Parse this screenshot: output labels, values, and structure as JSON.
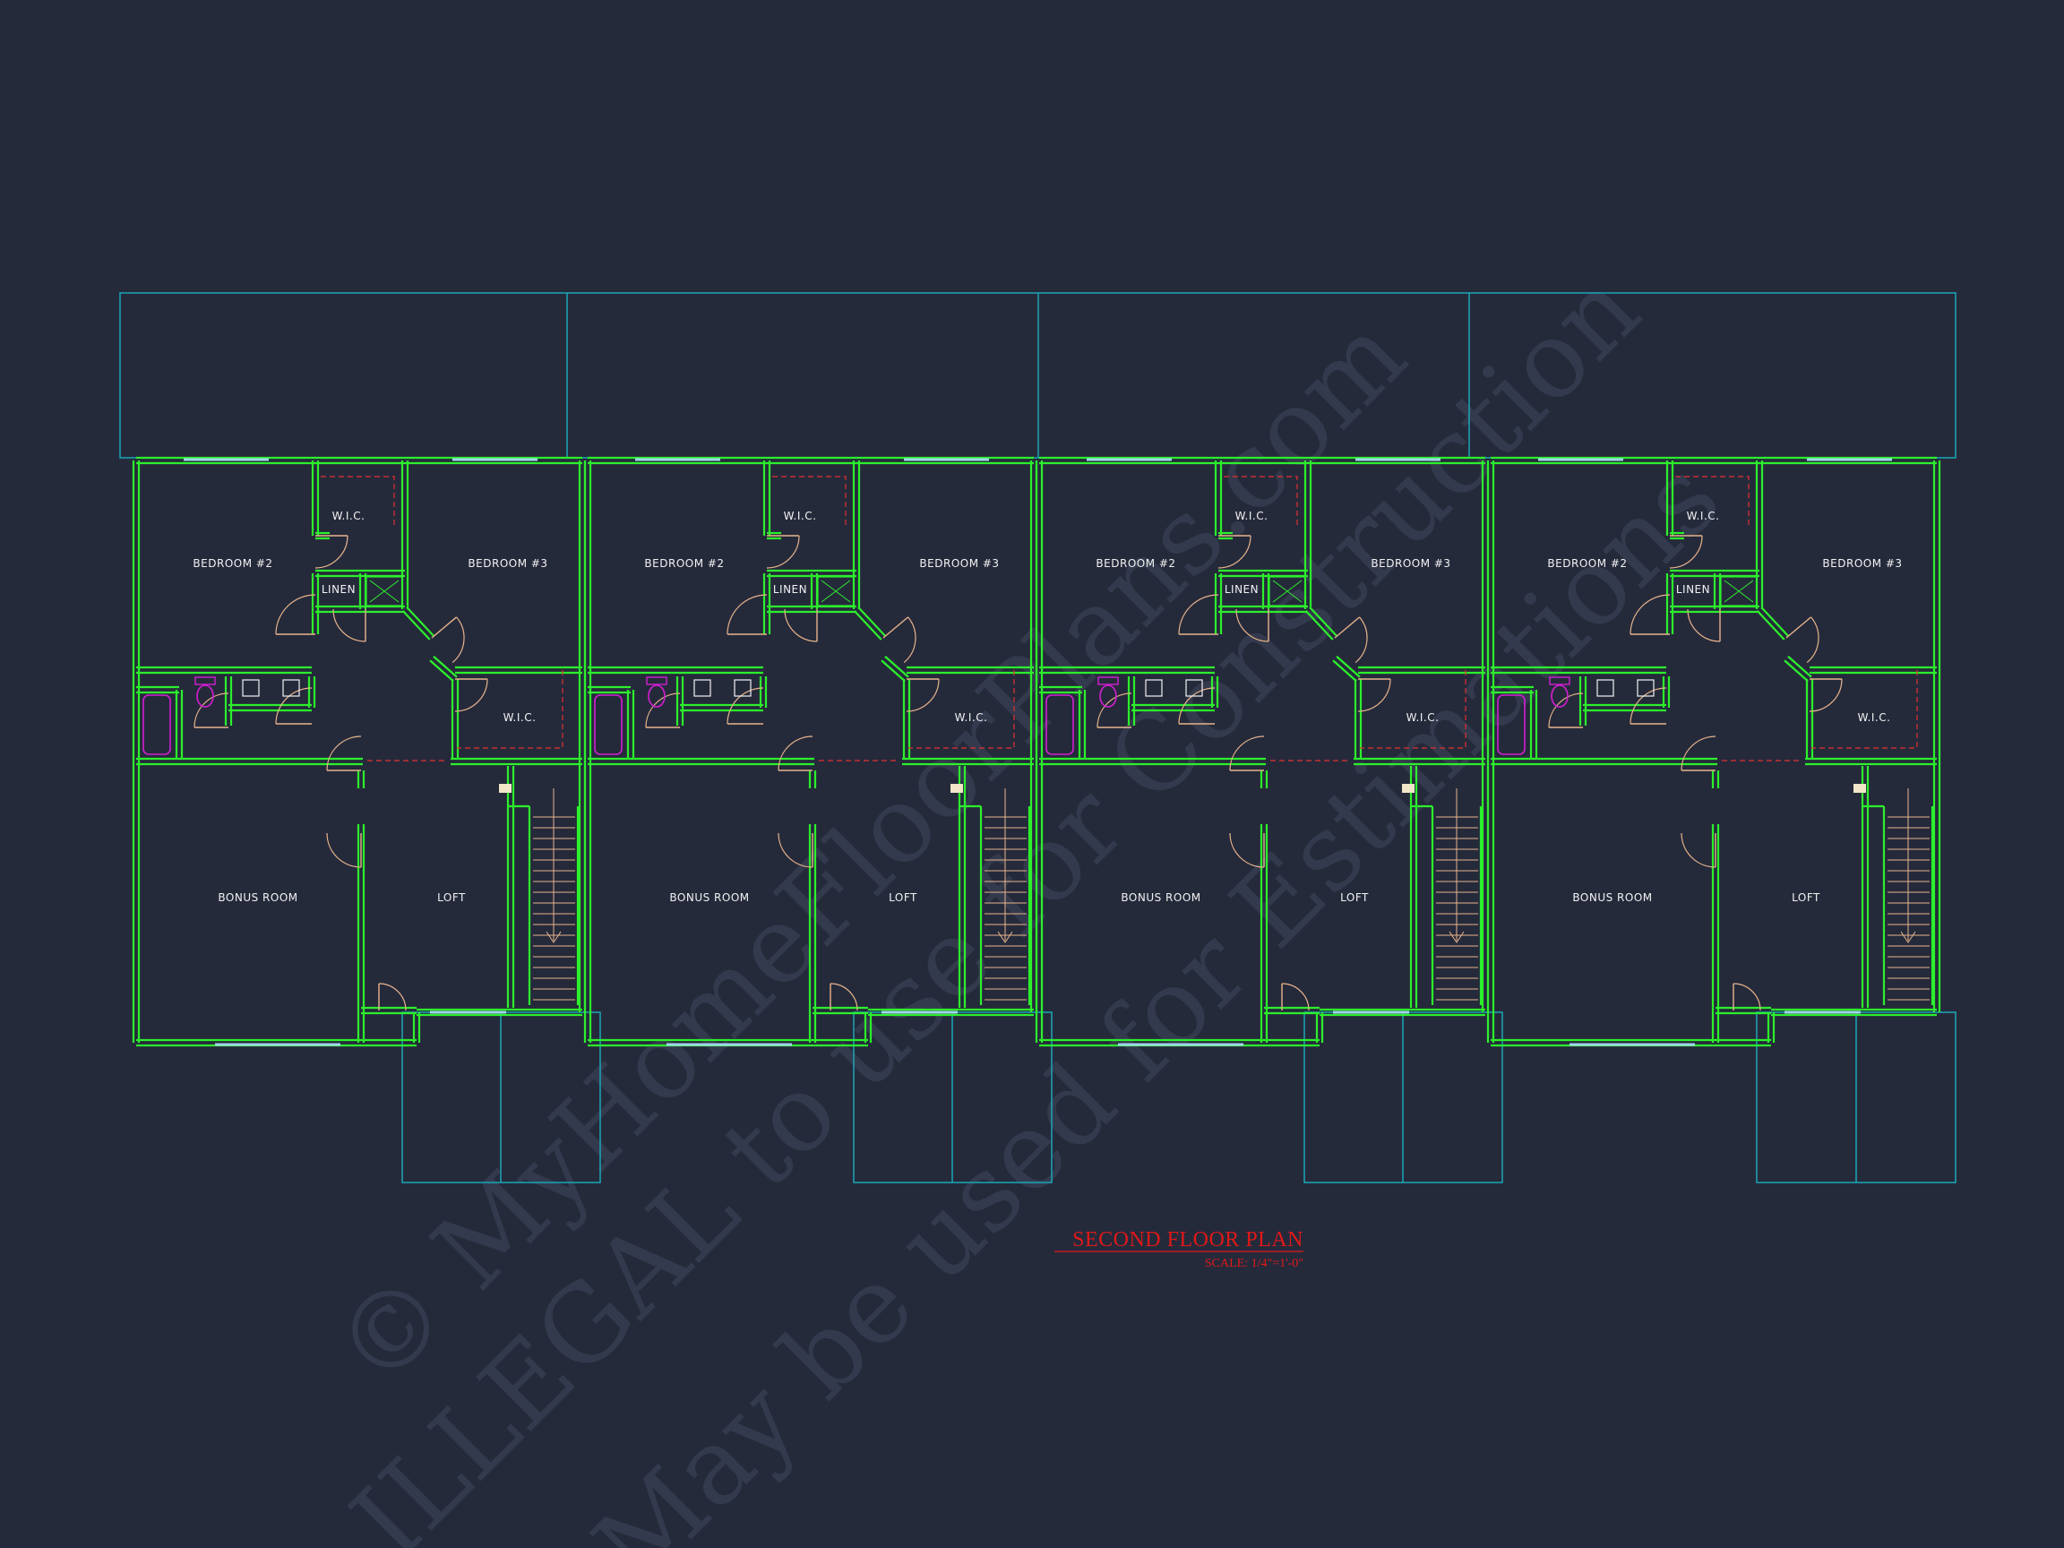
{
  "plan": {
    "title": "SECOND FLOOR PLAN",
    "scale": "SCALE: 1/4\"=1'-0\"",
    "colors": {
      "background": "#252a3b",
      "walls": "#2cf02c",
      "outline": "#1aa8b8",
      "doors": "#e8b48c",
      "fixtures": "#d21fd2",
      "hidden_lines": "#e03030",
      "text": "#f2f2f2",
      "title": "#e01818"
    },
    "room_labels": {
      "bedroom2": "BEDROOM #2",
      "bedroom3": "BEDROOM #3",
      "wic": "W.I.C.",
      "linen": "LINEN",
      "bonus": "BONUS ROOM",
      "loft": "LOFT"
    },
    "units": [
      "unit-1",
      "unit-2",
      "unit-3",
      "unit-4"
    ]
  },
  "watermark": {
    "line1": "© MyHomeFloorPlans.com",
    "line2": "ILLEGAL to use for Construction",
    "line3": "May be used for Estimations"
  }
}
